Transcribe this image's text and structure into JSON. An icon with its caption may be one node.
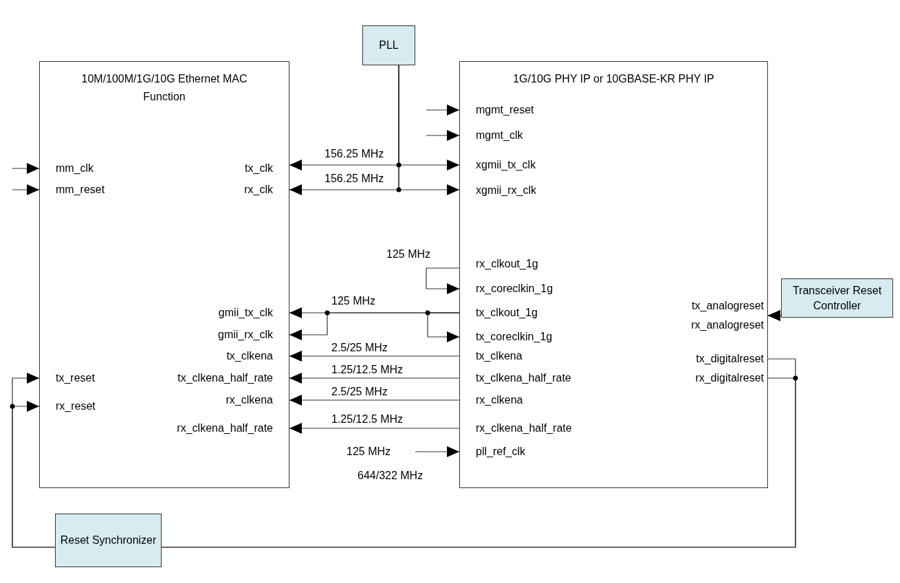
{
  "diagram": {
    "nodes": [
      {
        "text": [
          "PLL"
        ]
      },
      {
        "text": [
          "10M/100M/1G/10G Ethernet MAC Function"
        ]
      },
      {
        "text": [
          "mm_clk"
        ],
        "in": 1
      },
      {
        "text": [
          "mm_reset"
        ],
        "in": 1
      },
      {
        "text": [
          "tx_clk"
        ],
        "in": 1
      },
      {
        "text": [
          "rx_clk"
        ],
        "in": 1
      },
      {
        "text": [
          "gmii_tx_clk"
        ],
        "in": 1
      },
      {
        "text": [
          "gmii_rx_clk"
        ],
        "in": 1
      },
      {
        "text": [
          "tx_clkena"
        ],
        "in": 1
      },
      {
        "text": [
          "tx_clkena_half_rate"
        ],
        "in": 1
      },
      {
        "text": [
          "rx_clkena"
        ],
        "in": 1
      },
      {
        "text": [
          "rx_clkena_half_rate"
        ],
        "in": 1
      },
      {
        "text": [
          "tx_reset"
        ],
        "in": 1
      },
      {
        "text": [
          "rx_reset"
        ],
        "in": 1
      },
      {
        "text": [
          "1G/10G PHY IP or 10GBASE-KR PHY IP"
        ]
      },
      {
        "text": [
          "mgmt_reset"
        ],
        "in": 14
      },
      {
        "text": [
          "mgmt_clk"
        ],
        "in": 14
      },
      {
        "text": [
          "xgmii_tx_clk"
        ],
        "in": 14
      },
      {
        "text": [
          "xgmii_rx_clk"
        ],
        "in": 14
      },
      {
        "text": [
          "rx_clkout_1g"
        ],
        "in": 14
      },
      {
        "text": [
          "rx_coreclkin_1g"
        ],
        "in": 14
      },
      {
        "text": [
          "tx_clkout_1g"
        ],
        "in": 14
      },
      {
        "text": [
          "tx_coreclkin_1g"
        ],
        "in": 14
      },
      {
        "text": [
          "tx_clkena"
        ],
        "in": 14
      },
      {
        "text": [
          "tx_clkena_half_rate"
        ],
        "in": 14
      },
      {
        "text": [
          "rx_clkena"
        ],
        "in": 14
      },
      {
        "text": [
          "rx_clkena_half_rate"
        ],
        "in": 14
      },
      {
        "text": [
          "pll_ref_clk"
        ],
        "in": 14
      },
      {
        "text": [
          "tx_analogreset"
        ],
        "in": 14
      },
      {
        "text": [
          "rx_analogreset"
        ],
        "in": 14
      },
      {
        "text": [
          "tx_digitalreset"
        ],
        "in": 14
      },
      {
        "text": [
          "rx_digitalreset"
        ],
        "in": 14
      },
      {
        "text": [
          "Transceiver Reset Controller"
        ]
      },
      {
        "text": [
          "Reset Synchronizer"
        ]
      }
    ],
    "edges": [
      {
        "from": null,
        "to": 2,
        "arrow": "to"
      },
      {
        "from": null,
        "to": 3,
        "arrow": "to"
      },
      {
        "from": 0,
        "to": 4,
        "arrow": "to",
        "label": "156.25 MHz"
      },
      {
        "from": 0,
        "to": 17,
        "arrow": "to"
      },
      {
        "from": 0,
        "to": 5,
        "arrow": "to",
        "label": "156.25 MHz"
      },
      {
        "from": 0,
        "to": 18,
        "arrow": "to"
      },
      {
        "from": null,
        "to": 15,
        "arrow": "to"
      },
      {
        "from": null,
        "to": 16,
        "arrow": "to"
      },
      {
        "from": 19,
        "to": 20,
        "arrow": "to",
        "label": "125 MHz"
      },
      {
        "from": 21,
        "to": 6,
        "arrow": "to",
        "label": "125 MHz"
      },
      {
        "from": 21,
        "to": 7,
        "arrow": "to"
      },
      {
        "from": 21,
        "to": 22,
        "arrow": "to"
      },
      {
        "from": 23,
        "to": 8,
        "arrow": "to",
        "label": "2.5/25 MHz"
      },
      {
        "from": 24,
        "to": 9,
        "arrow": "to",
        "label": "1.25/12.5 MHz"
      },
      {
        "from": 25,
        "to": 10,
        "arrow": "to",
        "label": "2.5/25 MHz"
      },
      {
        "from": 26,
        "to": 11,
        "arrow": "to",
        "label": "1.25/12.5 MHz"
      },
      {
        "from": null,
        "to": 27,
        "arrow": "to",
        "label": "125 MHz"
      },
      {
        "from": 32,
        "to": 28,
        "arrow": "to"
      },
      {
        "from": 32,
        "to": 29,
        "arrow": "to"
      },
      {
        "from": 30,
        "to": 33,
        "arrow": "none"
      },
      {
        "from": 31,
        "to": 33,
        "arrow": "none"
      },
      {
        "from": 33,
        "to": 12,
        "arrow": "to"
      },
      {
        "from": 33,
        "to": 13,
        "arrow": "to"
      }
    ],
    "labels": [
      "644/322 MHz"
    ]
  }
}
